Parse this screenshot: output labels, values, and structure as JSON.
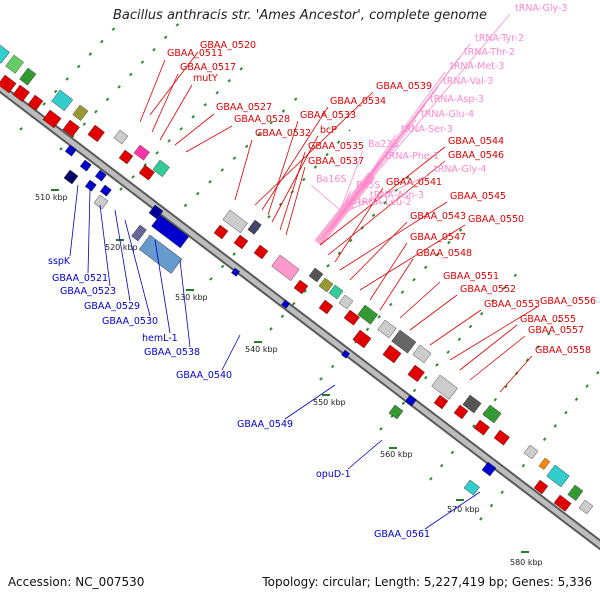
{
  "title": "Bacillus anthracis str. 'Ames Ancestor', complete genome",
  "footer": {
    "accession": "Accession: NC_007530",
    "summary": "Topology: circular; Length: 5,227,419 bp; Genes: 5,336"
  },
  "colors": {
    "backbone": "#8a8a8a",
    "forward_label": "#e00000",
    "reverse_label": "#0000cc",
    "rna_label": "#ff88cc",
    "tick": "#2a8a2a",
    "scale_tick": "#2a7a2a"
  },
  "scale_labels": [
    "510 kbp",
    "520 kbp",
    "530 kbp",
    "540 kbp",
    "550 kbp",
    "560 kbp",
    "570 kbp",
    "580 kbp"
  ],
  "forward_labels": [
    "GBAA_0520",
    "GBAA_0511",
    "GBAA_0517",
    "mutY",
    "GBAA_0527",
    "GBAA_0528",
    "GBAA_0532",
    "GBAA_0539",
    "GBAA_0534",
    "GBAA_0533",
    "bcP",
    "GBAA_0535",
    "GBAA_0537",
    "GBAA_0544",
    "GBAA_0546",
    "GBAA_0541",
    "GBAA_0545",
    "GBAA_0543",
    "GBAA_0550",
    "GBAA_0547",
    "GBAA_0548",
    "GBAA_0551",
    "GBAA_0552",
    "GBAA_0553",
    "GBAA_0556",
    "GBAA_0555",
    "GBAA_0557",
    "GBAA_0558"
  ],
  "reverse_labels": [
    "sspK",
    "GBAA_0521",
    "GBAA_0523",
    "GBAA_0529",
    "GBAA_0530",
    "hemL-1",
    "GBAA_0538",
    "GBAA_0540",
    "GBAA_0549",
    "opuD-1",
    "GBAA_0561"
  ],
  "rna_labels": [
    "tRNA-Gly-3",
    "tRNA-Tyr-2",
    "tRNA-Thr-2",
    "tRNA-Met-3",
    "tRNA-Val-3",
    "tRNA-Asp-3",
    "tRNA-Glu-4",
    "tRNA-Ser-3",
    "Ba23S",
    "tRNA-Phe-1",
    "tRNA-Gly-4",
    "Ba16S",
    "tRNA-Asn-3",
    "Ba5S",
    "tRNA-Leu-2"
  ]
}
